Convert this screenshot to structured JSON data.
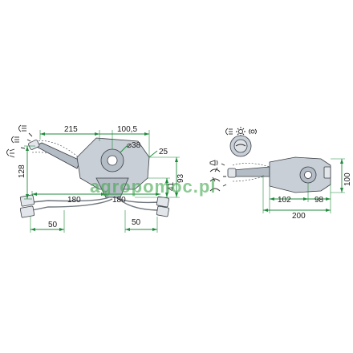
{
  "diagram": {
    "left_view": {
      "dimensions": {
        "width_main": "215",
        "width_head": "100,5",
        "diameter": "⌀38",
        "offset": "25",
        "height_lever": "128",
        "height_body": "93",
        "height_small": "41",
        "cable_length_left": "180",
        "cable_length_right": "180",
        "plug_left": "50",
        "plug_right": "50"
      },
      "icons": [
        "low-beam-icon",
        "high-beam-icon",
        "flasher-icon"
      ]
    },
    "right_view": {
      "dimensions": {
        "length_total": "200",
        "length_front": "102",
        "length_rear": "98",
        "height": "100"
      },
      "icons": [
        "headlight-icon",
        "sun-icon",
        "parking-light-icon",
        "horn-icon",
        "wiper-icon"
      ]
    },
    "watermark": "agropomoc.pl",
    "colors": {
      "dimension_lines": "#1f8a3c",
      "watermark": "#3da64a",
      "housing": "#c9cfd6"
    }
  }
}
